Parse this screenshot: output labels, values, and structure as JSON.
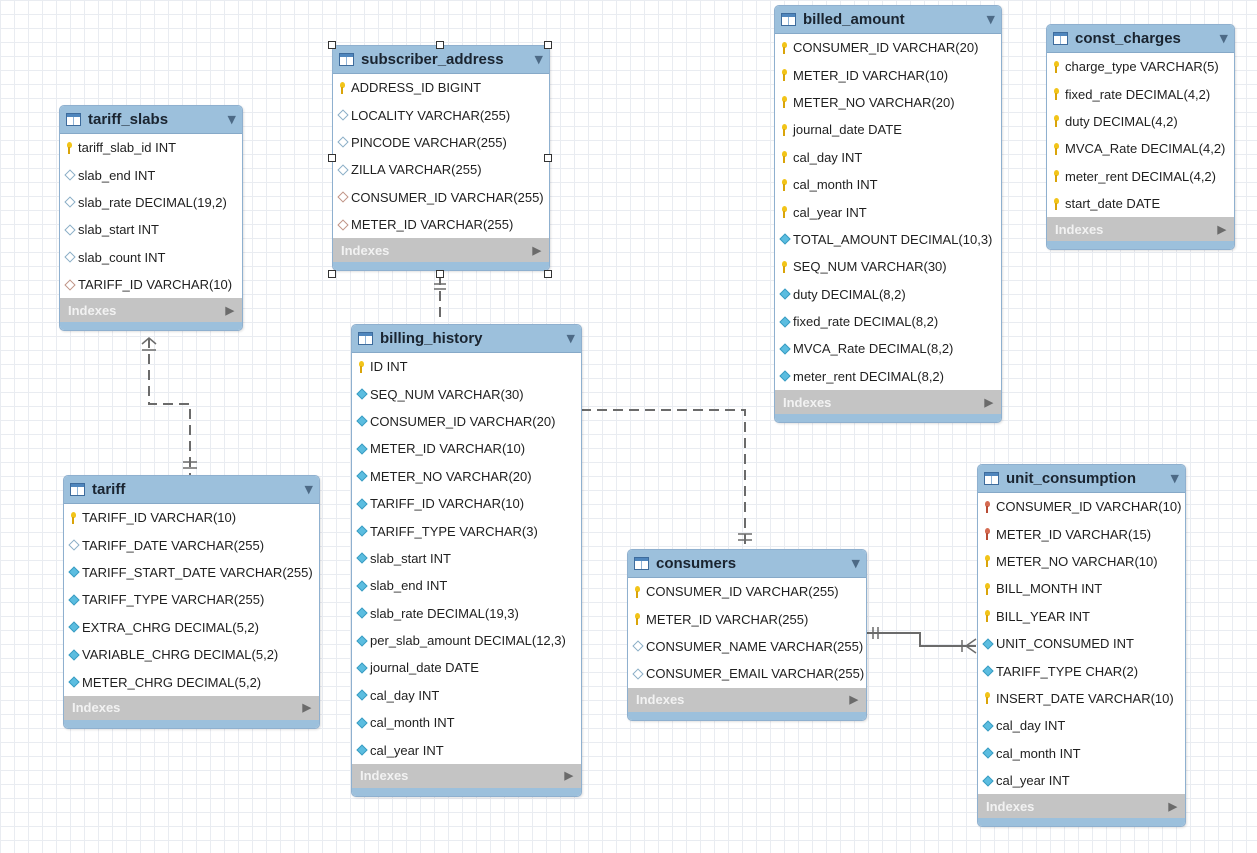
{
  "tables": {
    "tariff_slabs": {
      "name": "tariff_slabs",
      "columns": [
        {
          "text": "tariff_slab_id INT",
          "icon": "primary-key-icon"
        },
        {
          "text": "slab_end INT",
          "icon": "nullable-column-icon"
        },
        {
          "text": "slab_rate DECIMAL(19,2)",
          "icon": "nullable-column-icon"
        },
        {
          "text": "slab_start INT",
          "icon": "nullable-column-icon"
        },
        {
          "text": "slab_count INT",
          "icon": "nullable-column-icon"
        },
        {
          "text": "TARIFF_ID VARCHAR(10)",
          "icon": "foreign-key-column-icon"
        }
      ],
      "indexes_label": "Indexes"
    },
    "subscriber_address": {
      "name": "subscriber_address",
      "columns": [
        {
          "text": "ADDRESS_ID BIGINT",
          "icon": "primary-key-icon"
        },
        {
          "text": "LOCALITY VARCHAR(255)",
          "icon": "nullable-column-icon"
        },
        {
          "text": "PINCODE VARCHAR(255)",
          "icon": "nullable-column-icon"
        },
        {
          "text": "ZILLA VARCHAR(255)",
          "icon": "nullable-column-icon"
        },
        {
          "text": "CONSUMER_ID VARCHAR(255)",
          "icon": "foreign-key-column-icon"
        },
        {
          "text": "METER_ID VARCHAR(255)",
          "icon": "foreign-key-column-icon"
        }
      ],
      "indexes_label": "Indexes"
    },
    "billing_history": {
      "name": "billing_history",
      "columns": [
        {
          "text": "ID INT",
          "icon": "primary-key-icon"
        },
        {
          "text": "SEQ_NUM VARCHAR(30)",
          "icon": "not-null-column-icon"
        },
        {
          "text": "CONSUMER_ID VARCHAR(20)",
          "icon": "not-null-column-icon"
        },
        {
          "text": "METER_ID VARCHAR(10)",
          "icon": "not-null-column-icon"
        },
        {
          "text": "METER_NO VARCHAR(20)",
          "icon": "not-null-column-icon"
        },
        {
          "text": "TARIFF_ID VARCHAR(10)",
          "icon": "not-null-column-icon"
        },
        {
          "text": "TARIFF_TYPE VARCHAR(3)",
          "icon": "not-null-column-icon"
        },
        {
          "text": "slab_start INT",
          "icon": "not-null-column-icon"
        },
        {
          "text": "slab_end INT",
          "icon": "not-null-column-icon"
        },
        {
          "text": "slab_rate DECIMAL(19,3)",
          "icon": "not-null-column-icon"
        },
        {
          "text": "per_slab_amount DECIMAL(12,3)",
          "icon": "not-null-column-icon"
        },
        {
          "text": "journal_date DATE",
          "icon": "not-null-column-icon"
        },
        {
          "text": "cal_day INT",
          "icon": "not-null-column-icon"
        },
        {
          "text": "cal_month INT",
          "icon": "not-null-column-icon"
        },
        {
          "text": "cal_year INT",
          "icon": "not-null-column-icon"
        }
      ],
      "indexes_label": "Indexes"
    },
    "billed_amount": {
      "name": "billed_amount",
      "columns": [
        {
          "text": "CONSUMER_ID VARCHAR(20)",
          "icon": "primary-key-icon"
        },
        {
          "text": "METER_ID VARCHAR(10)",
          "icon": "primary-key-icon"
        },
        {
          "text": "METER_NO VARCHAR(20)",
          "icon": "primary-key-icon"
        },
        {
          "text": "journal_date DATE",
          "icon": "primary-key-icon"
        },
        {
          "text": "cal_day INT",
          "icon": "primary-key-icon"
        },
        {
          "text": "cal_month INT",
          "icon": "primary-key-icon"
        },
        {
          "text": "cal_year INT",
          "icon": "primary-key-icon"
        },
        {
          "text": "TOTAL_AMOUNT DECIMAL(10,3)",
          "icon": "not-null-column-icon"
        },
        {
          "text": "SEQ_NUM VARCHAR(30)",
          "icon": "primary-key-icon"
        },
        {
          "text": "duty DECIMAL(8,2)",
          "icon": "not-null-column-icon"
        },
        {
          "text": "fixed_rate DECIMAL(8,2)",
          "icon": "not-null-column-icon"
        },
        {
          "text": "MVCA_Rate DECIMAL(8,2)",
          "icon": "not-null-column-icon"
        },
        {
          "text": "meter_rent DECIMAL(8,2)",
          "icon": "not-null-column-icon"
        }
      ],
      "indexes_label": "Indexes"
    },
    "const_charges": {
      "name": "const_charges",
      "columns": [
        {
          "text": "charge_type VARCHAR(5)",
          "icon": "primary-key-icon"
        },
        {
          "text": "fixed_rate DECIMAL(4,2)",
          "icon": "primary-key-icon"
        },
        {
          "text": "duty DECIMAL(4,2)",
          "icon": "primary-key-icon"
        },
        {
          "text": "MVCA_Rate DECIMAL(4,2)",
          "icon": "primary-key-icon"
        },
        {
          "text": "meter_rent DECIMAL(4,2)",
          "icon": "primary-key-icon"
        },
        {
          "text": "start_date DATE",
          "icon": "primary-key-icon"
        }
      ],
      "indexes_label": "Indexes"
    },
    "tariff": {
      "name": "tariff",
      "columns": [
        {
          "text": "TARIFF_ID VARCHAR(10)",
          "icon": "primary-key-icon"
        },
        {
          "text": "TARIFF_DATE VARCHAR(255)",
          "icon": "nullable-column-icon"
        },
        {
          "text": "TARIFF_START_DATE VARCHAR(255)",
          "icon": "not-null-column-icon"
        },
        {
          "text": "TARIFF_TYPE VARCHAR(255)",
          "icon": "not-null-column-icon"
        },
        {
          "text": "EXTRA_CHRG DECIMAL(5,2)",
          "icon": "not-null-column-icon"
        },
        {
          "text": "VARIABLE_CHRG DECIMAL(5,2)",
          "icon": "not-null-column-icon"
        },
        {
          "text": "METER_CHRG DECIMAL(5,2)",
          "icon": "not-null-column-icon"
        }
      ],
      "indexes_label": "Indexes"
    },
    "consumers": {
      "name": "consumers",
      "columns": [
        {
          "text": "CONSUMER_ID VARCHAR(255)",
          "icon": "primary-key-icon"
        },
        {
          "text": "METER_ID VARCHAR(255)",
          "icon": "primary-key-icon"
        },
        {
          "text": "CONSUMER_NAME VARCHAR(255)",
          "icon": "nullable-column-icon"
        },
        {
          "text": "CONSUMER_EMAIL VARCHAR(255)",
          "icon": "nullable-column-icon"
        }
      ],
      "indexes_label": "Indexes"
    },
    "unit_consumption": {
      "name": "unit_consumption",
      "columns": [
        {
          "text": "CONSUMER_ID VARCHAR(10)",
          "icon": "foreign-primary-key-icon"
        },
        {
          "text": "METER_ID VARCHAR(15)",
          "icon": "foreign-primary-key-icon"
        },
        {
          "text": "METER_NO VARCHAR(10)",
          "icon": "primary-key-icon"
        },
        {
          "text": "BILL_MONTH INT",
          "icon": "primary-key-icon"
        },
        {
          "text": "BILL_YEAR INT",
          "icon": "primary-key-icon"
        },
        {
          "text": "UNIT_CONSUMED INT",
          "icon": "not-null-column-icon"
        },
        {
          "text": "TARIFF_TYPE CHAR(2)",
          "icon": "not-null-column-icon"
        },
        {
          "text": "INSERT_DATE VARCHAR(10)",
          "icon": "primary-key-icon"
        },
        {
          "text": "cal_day INT",
          "icon": "not-null-column-icon"
        },
        {
          "text": "cal_month INT",
          "icon": "not-null-column-icon"
        },
        {
          "text": "cal_year INT",
          "icon": "not-null-column-icon"
        }
      ],
      "indexes_label": "Indexes"
    }
  },
  "relationships": [
    {
      "from": "tariff_slabs",
      "to": "tariff",
      "style": "identifying-dashed",
      "from_end": "many",
      "to_end": "one"
    },
    {
      "from": "subscriber_address",
      "to": "billing_history",
      "style": "non-identifying-dashed",
      "from_end": "one",
      "to_end": "one"
    },
    {
      "from": "billing_history",
      "to": "consumers",
      "style": "non-identifying-dashed",
      "from_end": "none",
      "to_end": "one"
    },
    {
      "from": "consumers",
      "to": "unit_consumption",
      "style": "identifying-solid",
      "from_end": "one-and-only-one",
      "to_end": "one-or-many"
    }
  ],
  "colors": {
    "header": "#9cc0dc",
    "indexes_bar": "#c4c4c4",
    "connector": "#6b6b6b",
    "primary_key": "#f2c419",
    "foreign_key": "#d56b52",
    "column_diamond": "#5bbde0"
  }
}
